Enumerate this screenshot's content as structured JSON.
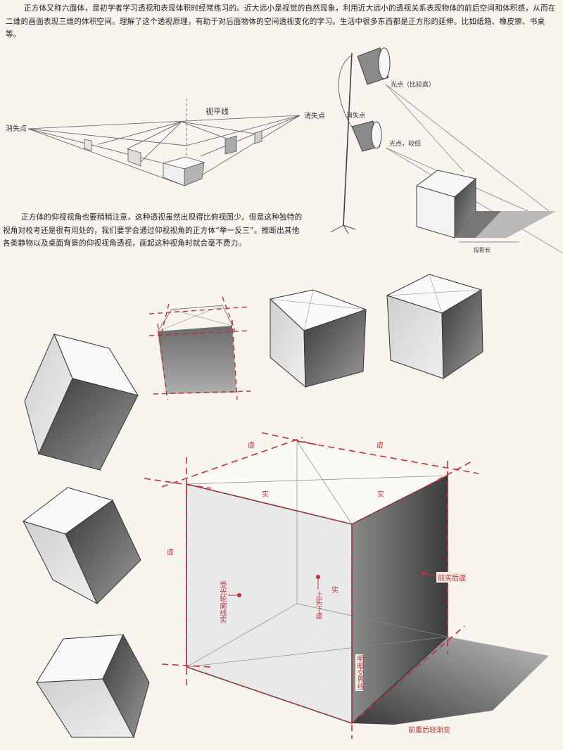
{
  "intro_paragraph": "正方体又称六面体，是初学者学习透视和表现体积时经常练习的。近大远小是视觉的自然现象，利用近大远小的透视关系表现物体的前后空间和体积感，从而在二维的画面表现三维的体积空间。理解了这个透视原理，有助于对后面物体的空间透视变化的学习。生活中很多东西都是正方形的延伸。比如纸箱、橡皮擦、书桌等。",
  "perspective_diagram": {
    "horizon_label": "视平线",
    "vanishing_left": "消失点",
    "vanishing_right": "消失点"
  },
  "lamp_diagram": {
    "vanishing_label": "消失点",
    "light_high": "光点（比较高）",
    "light_low": "光点，较低",
    "shadow_label": "投影长"
  },
  "upward_view_paragraph": "正方体的仰视视角也要稍稍注意，这种透视虽然出现得比俯视图少。但是这种独特的视角对校考还是很有用处的，我们要学会通过仰视视角的正方体“举一反三”。推断出其他各类静物以及桌面背景的仰视视角透视，画起这种视角时就会毫不费力。",
  "main_cube_annotations": {
    "top_left_edge": "虚",
    "top_right_edge": "虚",
    "front_left_edge": "实",
    "front_right_edge": "实",
    "left_side": "虚",
    "center_edge": "实",
    "lit_contour": "受光轮廓线实",
    "center_vertical": "上实下虚",
    "right_face": "前实后虚",
    "terminator": "明暗交界线",
    "shadow": "前重后轻渐变"
  },
  "colors": {
    "paper": "#f8f5ee",
    "pencil": "#3a3a3a",
    "annotation_red": "#c0303a"
  }
}
